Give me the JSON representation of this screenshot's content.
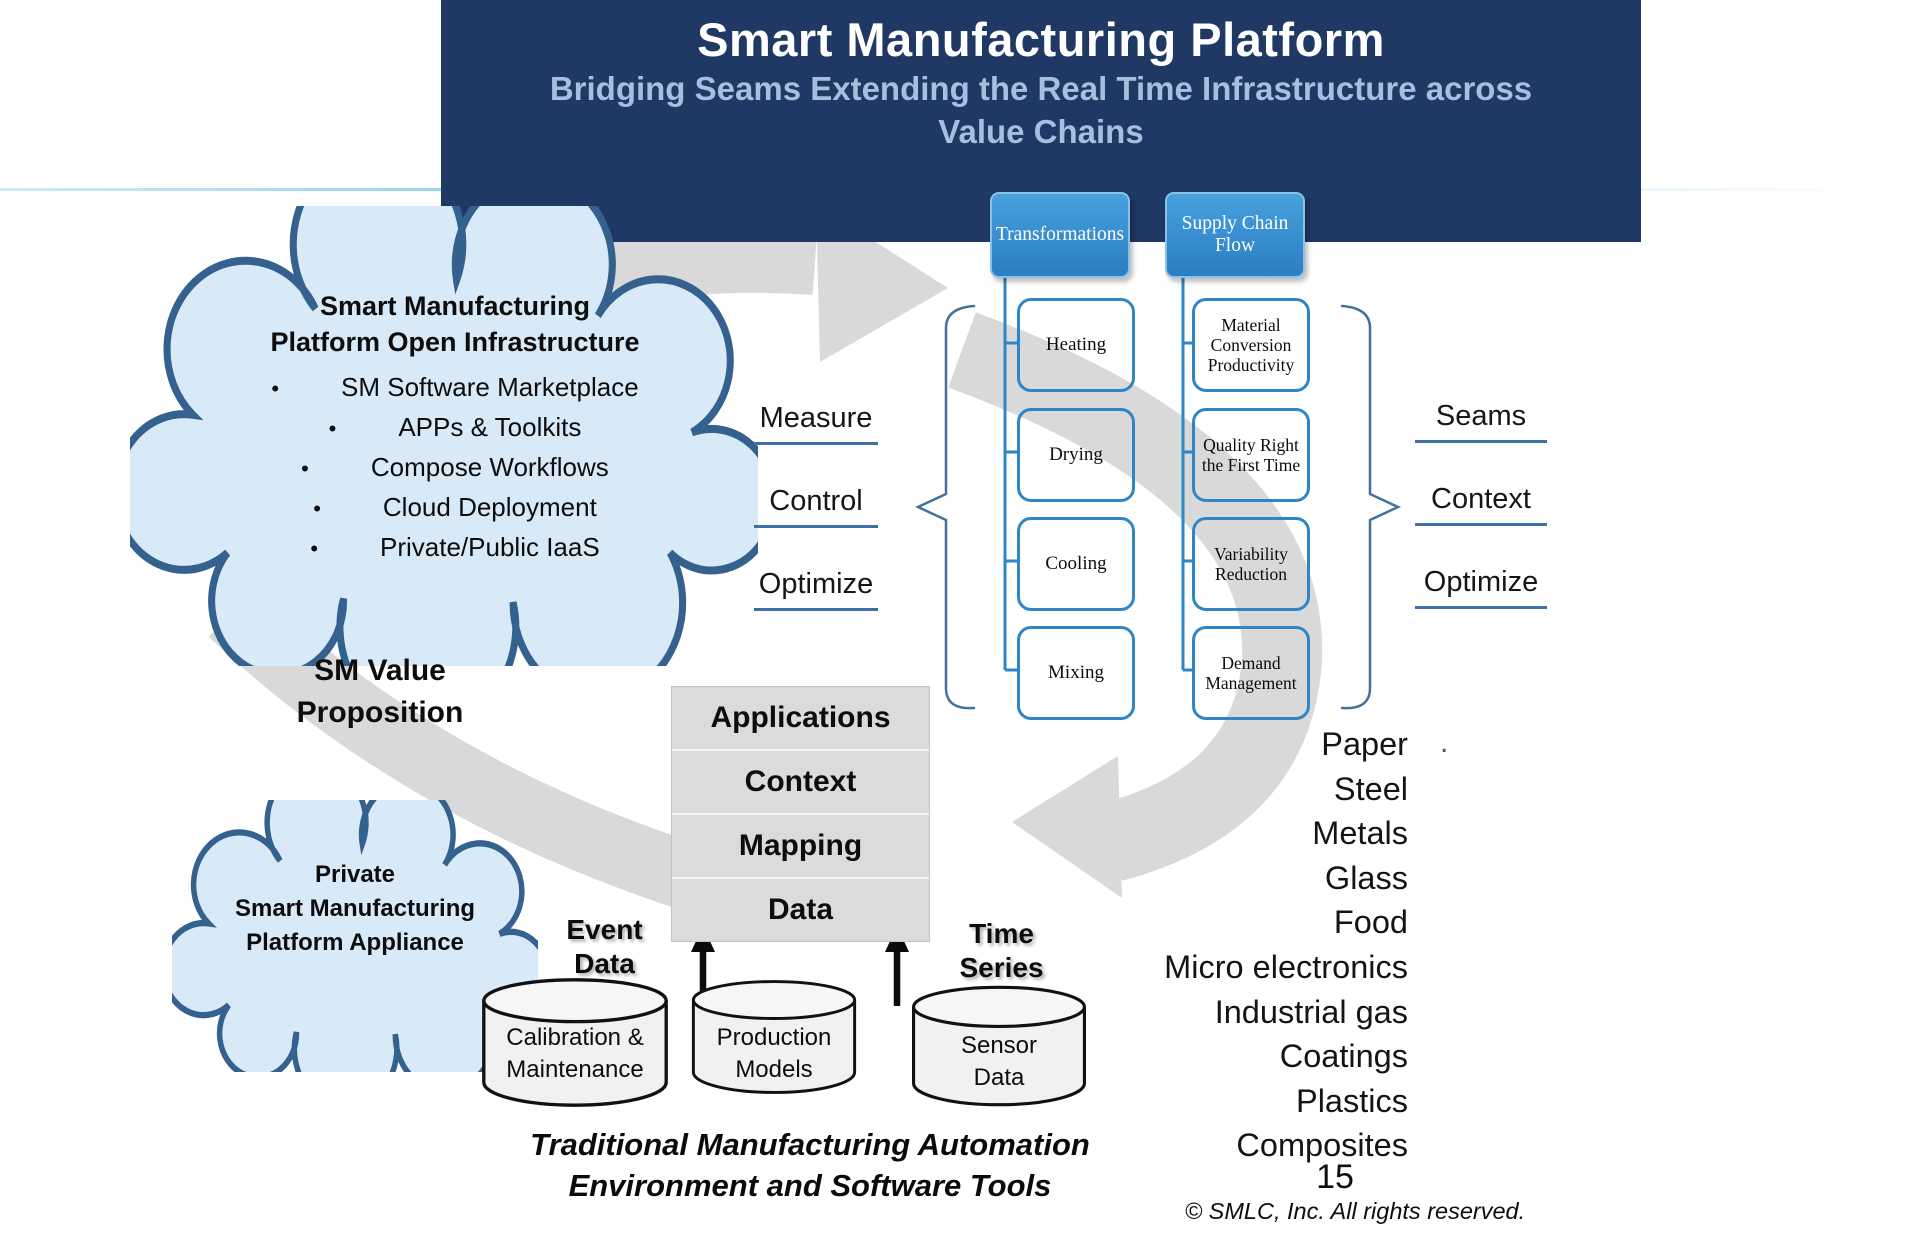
{
  "banner": {
    "title": "Smart Manufacturing Platform",
    "subtitle1": "Bridging Seams Extending the Real Time Infrastructure across",
    "subtitle2": "Value Chains"
  },
  "infra_cloud": {
    "line1": "Smart Manufacturing",
    "line2": "Platform Open Infrastructure",
    "bullet_char": "•",
    "bullets": [
      "SM Software Marketplace",
      "APPs & Toolkits",
      "Compose Workflows",
      "Cloud Deployment",
      "Private/Public IaaS"
    ]
  },
  "value_prop": "SM Value\nProposition",
  "appliance_cloud": "Private\nSmart Manufacturing\nPlatform Appliance",
  "controls_left": [
    "Measure",
    "Control",
    "Optimize"
  ],
  "controls_right": [
    "Seams",
    "Context",
    "Optimize"
  ],
  "transformations": {
    "header": "Transformations",
    "items": [
      "Heating",
      "Drying",
      "Cooling",
      "Mixing"
    ]
  },
  "supply": {
    "header": "Supply Chain\nFlow",
    "items": [
      "Material\nConversion\nProductivity",
      "Quality Right\nthe First Time",
      "Variability\nReduction",
      "Demand\nManagement"
    ]
  },
  "stack": [
    "Applications",
    "Context",
    "Mapping",
    "Data"
  ],
  "feeds": {
    "event": "Event\nData",
    "time": "Time\nSeries"
  },
  "cylinders": [
    "Calibration &\nMaintenance",
    "Production\nModels",
    "Sensor\nData"
  ],
  "caption": {
    "line1": "Traditional Manufacturing Automation",
    "line2": "Environment and Software Tools"
  },
  "industries": [
    "Paper",
    "Steel",
    "Metals",
    "Glass",
    "Food",
    "Micro electronics",
    "Industrial gas",
    "Coatings",
    "Plastics",
    "Composites"
  ],
  "misc": {
    "dot": "."
  },
  "page_number": "15",
  "copyright": "© SMLC, Inc. All rights reserved.",
  "colors": {
    "banner_bg": "#1F3864",
    "subtitle": "#A6BFE0",
    "cloud_fill": "#D8EAF8",
    "cloud_border": "#34618E",
    "arrow_gray": "#D9D9D9",
    "box_blue": "#2E86C8",
    "header_top": "#47A0DC",
    "header_bot": "#2B7EC2",
    "header_border": "#8BC1E8",
    "underline": "#3E6FA8",
    "stack_bg": "#DBDBDB",
    "stack_border": "#C2C2C2"
  }
}
